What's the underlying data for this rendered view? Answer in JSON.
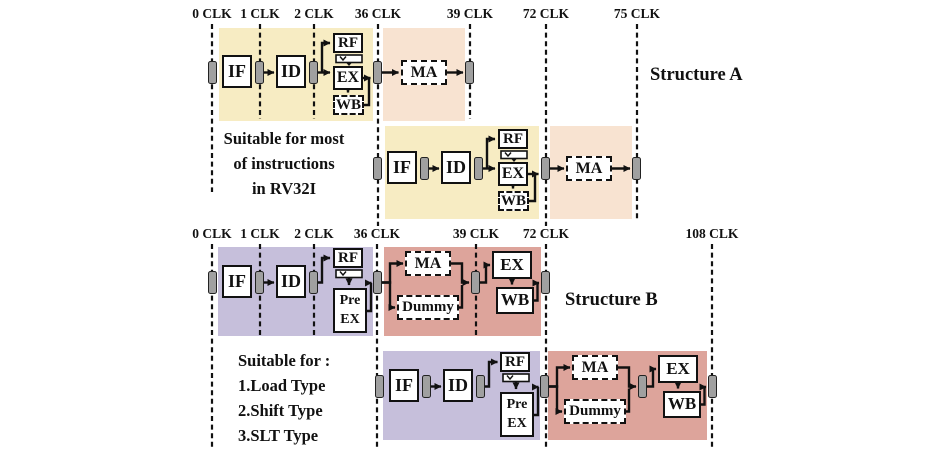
{
  "figure": {
    "structure_a": {
      "name": "Structure A",
      "clock_labels": [
        "0 CLK",
        "1 CLK",
        "2 CLK",
        "36 CLK",
        "39 CLK",
        "72 CLK",
        "75 CLK"
      ],
      "note_lines": [
        "Suitable for most",
        "of instructions",
        "in RV32I"
      ],
      "stages": {
        "if": "IF",
        "id": "ID",
        "rf": "RF",
        "ex": "EX",
        "wb": "WB",
        "ma": "MA"
      }
    },
    "structure_b": {
      "name": "Structure B",
      "clock_labels": [
        "0 CLK",
        "1 CLK",
        "2 CLK",
        "36 CLK",
        "39 CLK",
        "72 CLK",
        "108 CLK"
      ],
      "note_lines": [
        "Suitable for :",
        "1.Load Type",
        "2.Shift Type",
        "3.SLT Type"
      ],
      "stages": {
        "if": "IF",
        "id": "ID",
        "rf": "RF",
        "pre_ex": "Pre EX",
        "ma": "MA",
        "dummy": "Dummy",
        "ex": "EX",
        "wb": "WB"
      }
    },
    "colors": {
      "region_yellow": "#f7ecc3",
      "region_peach": "#f8e3d1",
      "region_purple": "#c6bfdb",
      "region_red": "#dda49b",
      "register_fill": "#a0a0a0"
    }
  }
}
